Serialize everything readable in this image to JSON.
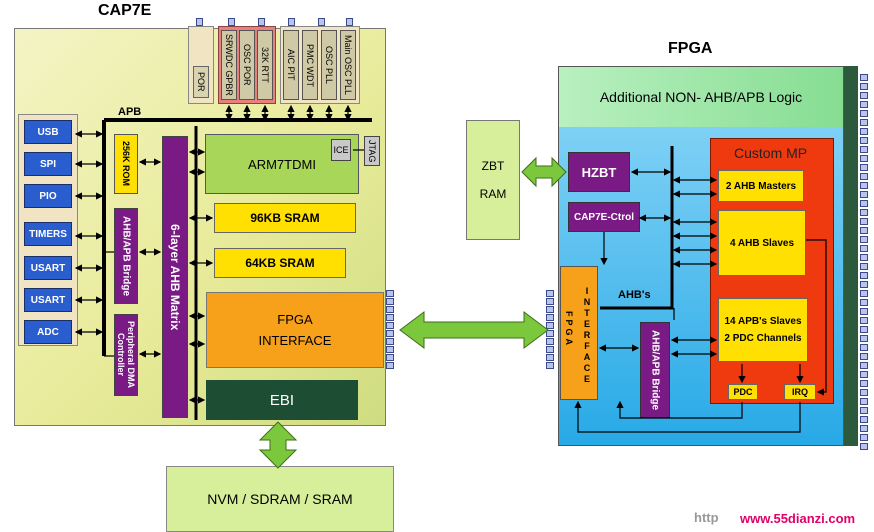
{
  "cap7e": {
    "title": "CAP7E",
    "apb_label": "APB",
    "peripherals": [
      "USB",
      "SPI",
      "PIO",
      "TIMERS",
      "USART",
      "USART",
      "ADC"
    ],
    "top_modules_red": [
      "SRWDC GPBR",
      "OSC POR",
      "32K RTT"
    ],
    "top_modules_gray": [
      "AIC PIT",
      "PMC WDT",
      "OSC PLL",
      "Main OSC PLL"
    ],
    "por": "POR",
    "rom": "256K ROM",
    "ahb_apb_bridge": "AHB/APB Bridge",
    "dma": "Peripheral DMA Controller",
    "matrix": "6-layer AHB Matrix",
    "arm": "ARM7TDMI",
    "ice": "ICE",
    "jtag": "JTAG",
    "sram96": "96KB SRAM",
    "sram64": "64KB SRAM",
    "fpga_interface_line1": "FPGA",
    "fpga_interface_line2": "INTERFACE",
    "ebi": "EBI",
    "memory": "NVM / SDRAM / SRAM"
  },
  "fpga": {
    "title": "FPGA",
    "non_ahb": "Additional NON- AHB/APB Logic",
    "zbt_line1": "ZBT",
    "zbt_line2": "RAM",
    "hzbt": "HZBT",
    "cap7e_ctrl": "CAP7E-Ctrol",
    "interface_left": "FPGA",
    "interface_right": "INTERFACE",
    "ahbs": "AHB's",
    "bridge": "AHB/APB Bridge",
    "custom_mp": "Custom MP",
    "masters": "2 AHB Masters",
    "slaves": "4 AHB Slaves",
    "apb_slaves_line1": "14 APB's Slaves",
    "apb_slaves_line2": "2 PDC Channels",
    "pdc": "PDC",
    "irq": "IRQ"
  },
  "watermark": {
    "partial": "http",
    "site": "www.55dianzi.com"
  },
  "colors": {
    "cap7e_bg": "#ecee9e",
    "fpga_blue": "#27a9e6",
    "fpga_green_band": "#90e09a",
    "custom_mp": "#ef3a10",
    "yellow_block": "#ffe000",
    "purple": "#7a1a84",
    "arm_green": "#a8d658",
    "ebi_green": "#1d4d32",
    "arrow_green": "#7cc83c"
  }
}
